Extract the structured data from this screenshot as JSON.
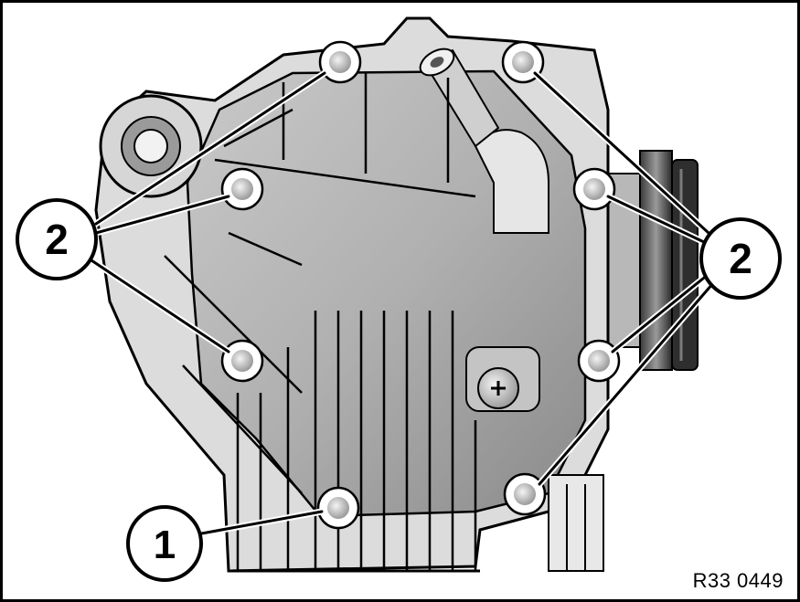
{
  "callouts": [
    {
      "id": "callout-1",
      "label": "1"
    },
    {
      "id": "callout-2-left",
      "label": "2"
    },
    {
      "id": "callout-2-right",
      "label": "2"
    }
  ],
  "reference_code": "R33 0449",
  "colors": {
    "background": "#ffffff",
    "housing": "#d9d9d9",
    "housing_shadow": "#8f8f8f",
    "outline": "#000000"
  }
}
